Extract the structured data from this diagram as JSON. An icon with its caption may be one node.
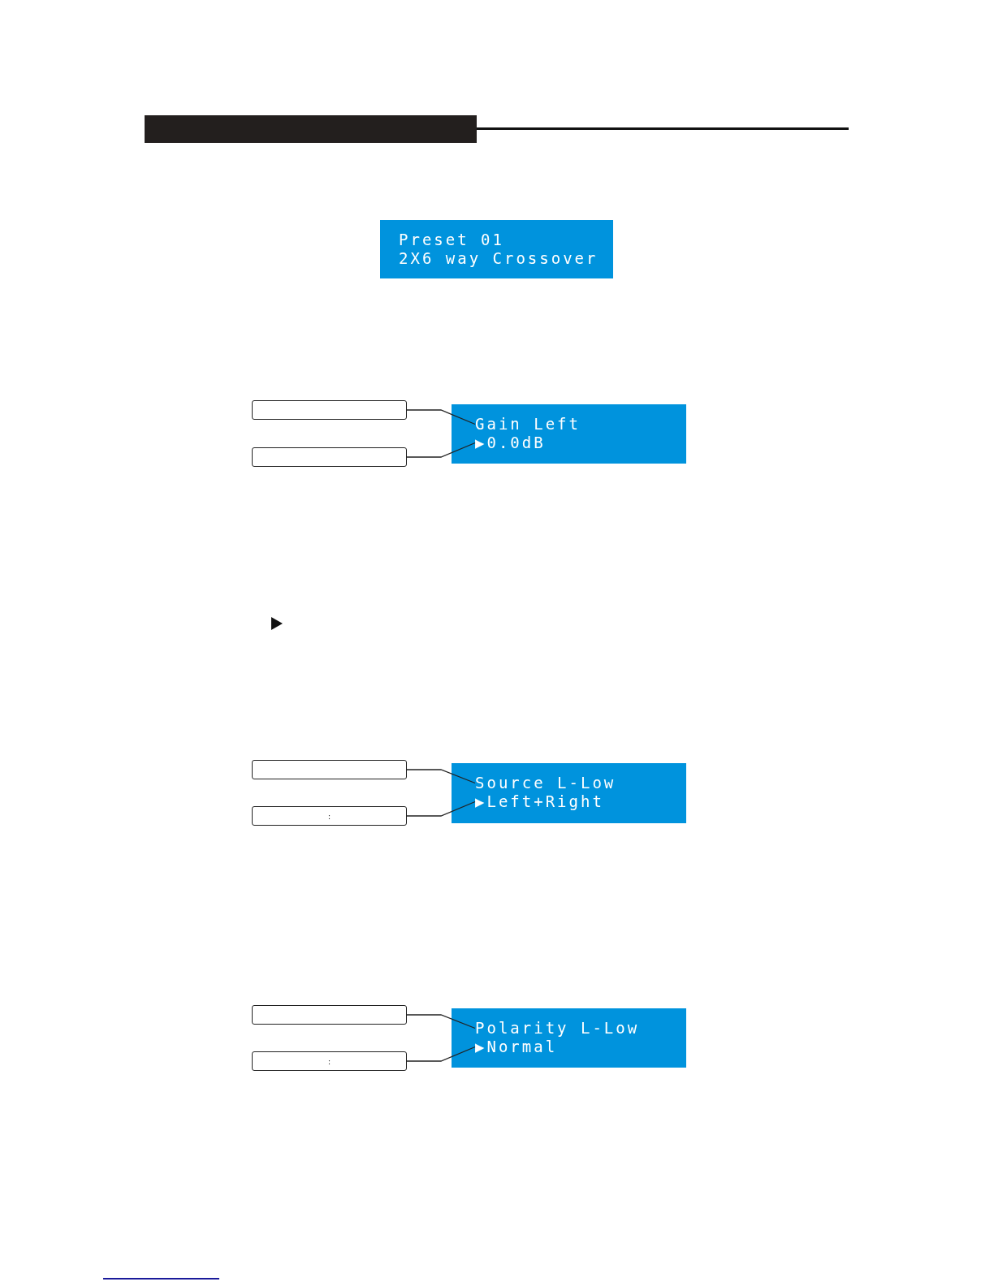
{
  "diagram": {
    "nodes": [
      {
        "text": [
          "Preset 01",
          "2X6 way Crossover"
        ]
      },
      {
        "text": [],
        "shape": "box"
      },
      {
        "text": [],
        "shape": "box"
      },
      {
        "text": [],
        "shape": "box"
      },
      {
        "text": [
          "Gain Left"
        ],
        "in": 3
      },
      {
        "text": [
          "▶0.0dB"
        ],
        "in": 3
      },
      {
        "text": [],
        "shape": "box"
      },
      {
        "text": [
          ":"
        ]
      },
      {
        "text": [],
        "shape": "box"
      },
      {
        "text": [
          "Source L-Low"
        ],
        "in": 8
      },
      {
        "text": [
          "▶Left+Right"
        ],
        "in": 8
      },
      {
        "text": [],
        "shape": "box"
      },
      {
        "text": [
          ":"
        ]
      },
      {
        "text": [],
        "shape": "box"
      },
      {
        "text": [
          "Polarity L-Low"
        ],
        "in": 13
      },
      {
        "text": [
          "▶Normal"
        ],
        "in": 13
      }
    ],
    "edges": [
      {
        "from": 1,
        "to": 4,
        "arrow": "none"
      },
      {
        "from": 2,
        "to": 5,
        "arrow": "none"
      },
      {
        "from": 6,
        "to": 9,
        "arrow": "none"
      },
      {
        "from": 7,
        "to": 10,
        "arrow": "none"
      },
      {
        "from": 11,
        "to": 14,
        "arrow": "none"
      },
      {
        "from": 12,
        "to": 15,
        "arrow": "none"
      }
    ]
  }
}
